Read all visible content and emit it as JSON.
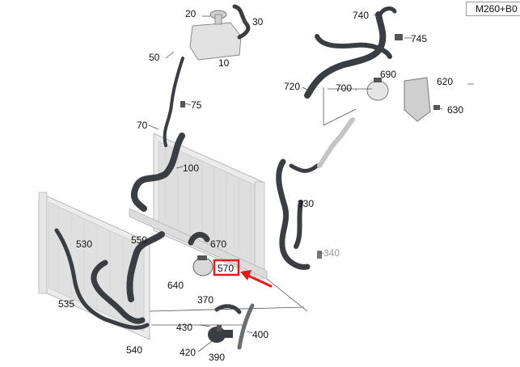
{
  "diagram_code": "M260+B0",
  "highlighted_part": "570",
  "parts": {
    "p20": "20",
    "p30": "30",
    "p10": "10",
    "p50": "50",
    "p75": "75",
    "p70": "70",
    "p100": "100",
    "p740": "740",
    "p745": "745",
    "p720": "720",
    "p700": "700",
    "p690": "690",
    "p620": "620",
    "p630": "630",
    "p330": "330",
    "p340": "340",
    "p530": "530",
    "p550": "550",
    "p670": "670",
    "p570": "570",
    "p640": "640",
    "p370": "370",
    "p535": "535",
    "p430": "430",
    "p400": "400",
    "p420": "420",
    "p390": "390",
    "p540": "540"
  },
  "colors": {
    "highlight": "#e21c1c",
    "hose": "#3a3d42",
    "radiator": "#d8d8d8"
  }
}
